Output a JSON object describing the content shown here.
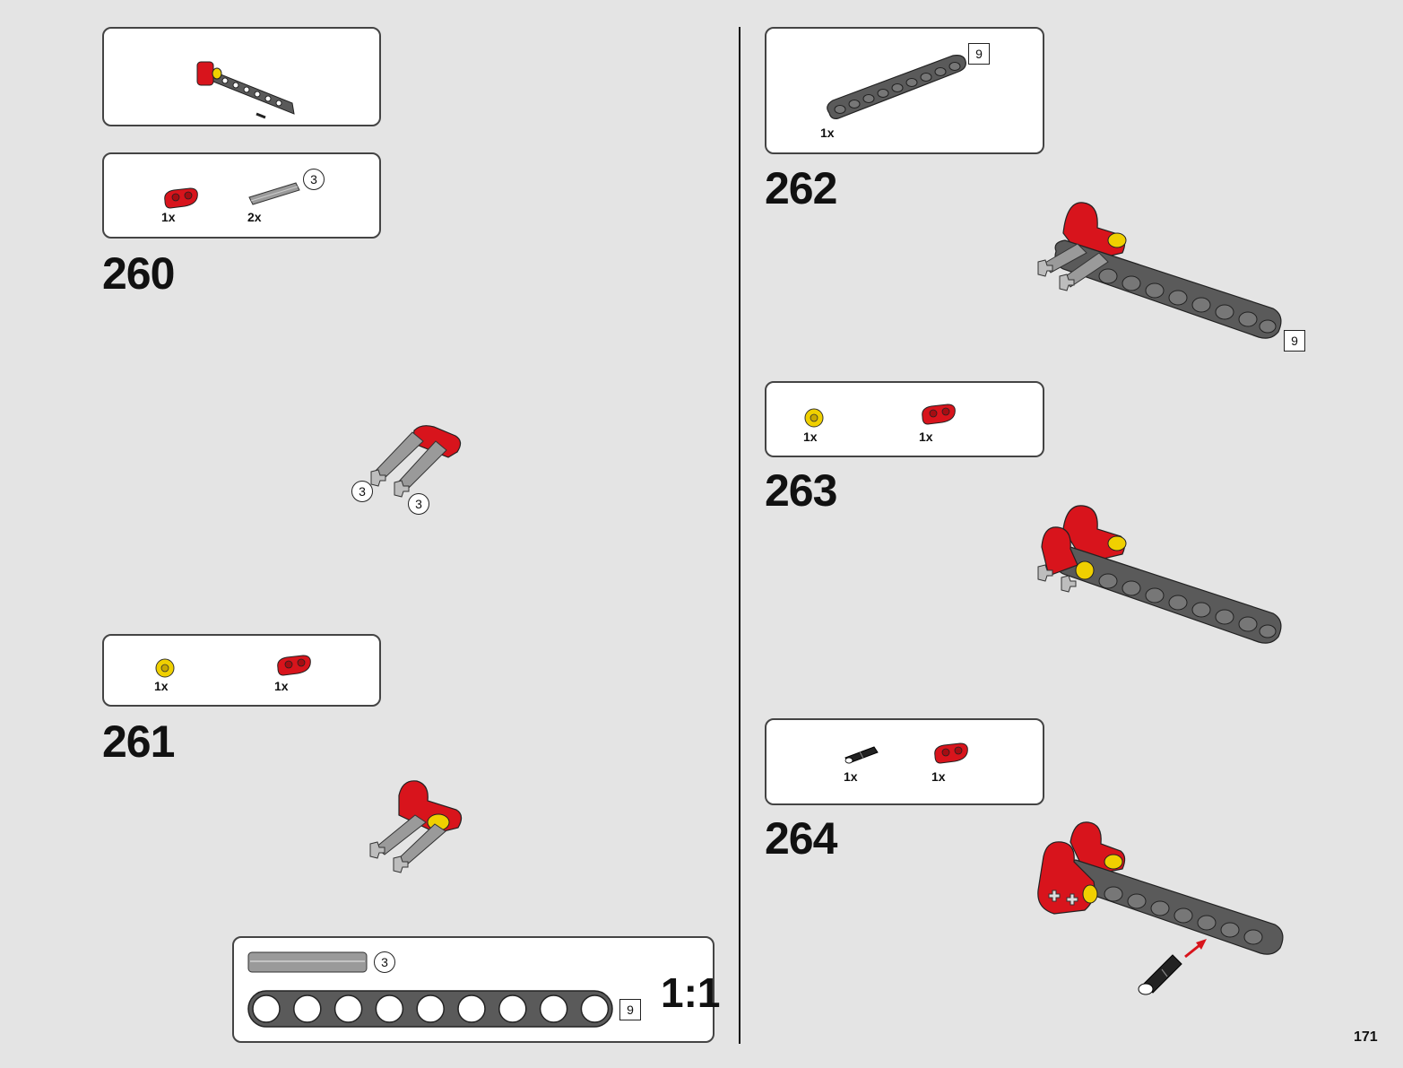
{
  "page_number": "171",
  "colors": {
    "background": "#e4e4e4",
    "dark_gray_beam": "#5a5a5a",
    "light_gray_axle": "#9a9a9a",
    "red_connector": "#d8141c",
    "yellow_bush": "#f0d000",
    "black_pin": "#222222"
  },
  "callout_top": {
    "icon": "sub-assembly-preview"
  },
  "step_260": {
    "number": "260",
    "parts": [
      {
        "icon": "red-axle-connector",
        "qty": "1x"
      },
      {
        "icon": "gray-axle",
        "qty": "2x",
        "length": "3"
      }
    ],
    "labels": [
      "3",
      "3"
    ]
  },
  "step_261": {
    "number": "261",
    "parts": [
      {
        "icon": "yellow-bush",
        "qty": "1x"
      },
      {
        "icon": "red-axle-connector",
        "qty": "1x"
      }
    ]
  },
  "step_262": {
    "number": "262",
    "parts": [
      {
        "icon": "dark-gray-beam",
        "qty": "1x",
        "length": "9"
      }
    ],
    "beam_label": "9"
  },
  "step_263": {
    "number": "263",
    "parts": [
      {
        "icon": "yellow-bush",
        "qty": "1x"
      },
      {
        "icon": "red-axle-connector",
        "qty": "1x"
      }
    ]
  },
  "step_264": {
    "number": "264",
    "parts": [
      {
        "icon": "black-pin",
        "qty": "1x"
      },
      {
        "icon": "red-axle-connector",
        "qty": "1x"
      }
    ]
  },
  "scale_reference": {
    "ratio": "1:1",
    "axle_length": "3",
    "beam_length": "9",
    "beam_holes": 9
  }
}
